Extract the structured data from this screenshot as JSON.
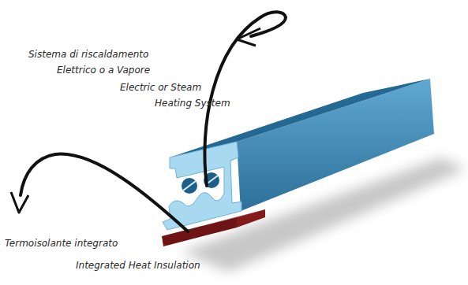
{
  "diagram": {
    "labels": [
      "Sistema di riscaldamento",
      "Elettrico o a Vapore",
      "Electric or Steam",
      "Heating System",
      "Termoisolante integrato",
      "Integrated Heat Insulation"
    ]
  }
}
